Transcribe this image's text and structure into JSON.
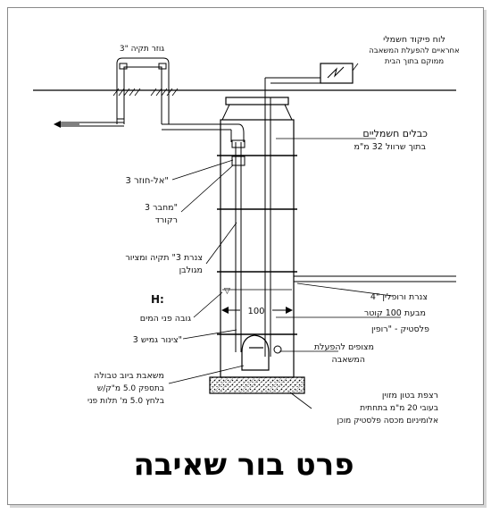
{
  "diagram": {
    "title": "פרט בור שאיבה",
    "labels": {
      "vent_pipe": "3\" גוזר תקיה",
      "control_panel_line1": "לוח פיקוד חשמלי",
      "control_panel_line2": "אחראיים להפעלת המשאבה",
      "control_panel_line3": "ממוקם בתוך הבית",
      "cables_line1": "כבלים חשמליים",
      "cables_line2": "בתוך שרוול 32 מ\"מ",
      "aluminum": "אל-חוזר 3\"",
      "fitting_line1": "מחבר 3\"",
      "fitting_line2": "רקורד",
      "riser_line1": "צנרת 3\" תקיה ומציור",
      "riser_line2": "מגולבן",
      "h_symbol": "H:",
      "water_height": "גובה פני המים",
      "pipe_note": "צינור גמיש 3\"",
      "pump_line1": "משאבת ביוב טבולה",
      "pump_line2": "בתספק 5.0 מ\"ק/ש",
      "pump_line3": "בלחץ 5.0 מ' תלות פני",
      "inlet_line1": "צנרת ורופלין \"4",
      "inlet_line2": "מבעת 100 קוטר",
      "inlet_line3": "פלסטיק - \"רופין",
      "floats_line1": "מצופים להפעלת",
      "floats_line2": "המשאבה",
      "floor_line1": "רצפת בטון מזוין",
      "floor_line2": "בעובי 20 מ\"מ בתחתית",
      "floor_line3": "אלומיניום מכסה פלסטיק מוכן",
      "dimension": "100"
    }
  }
}
